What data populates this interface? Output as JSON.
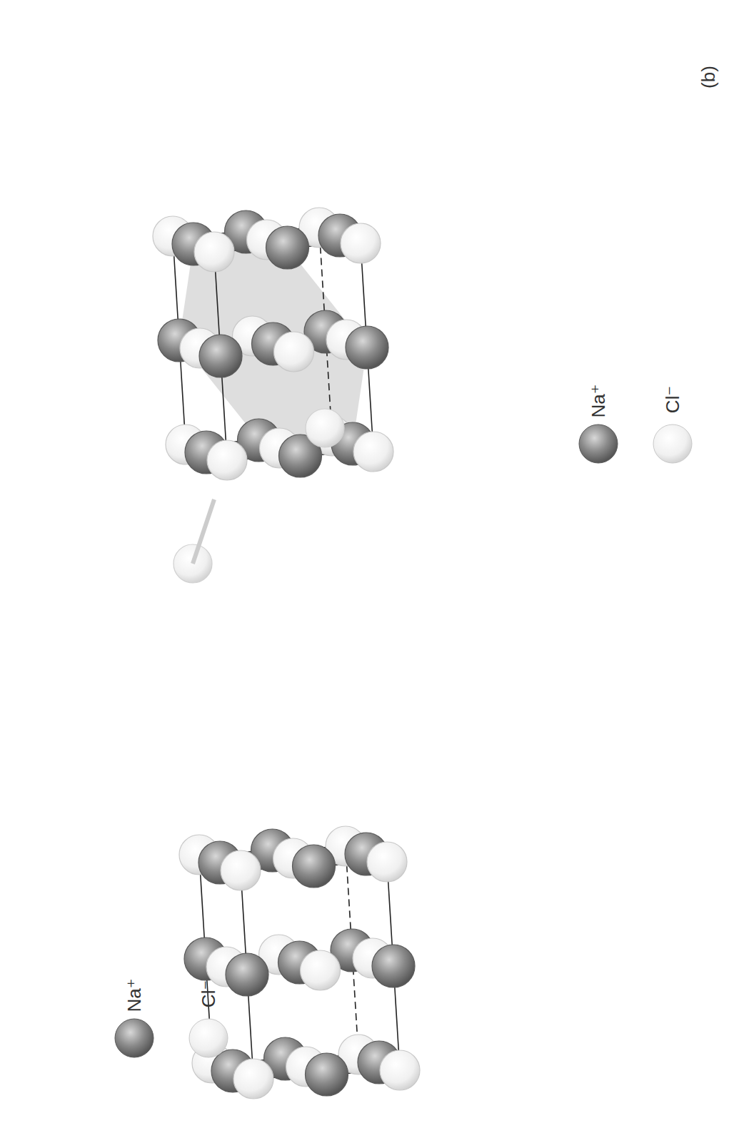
{
  "diagram": {
    "labels": [
      "(b)"
    ],
    "legend": [
      {
        "text": "Na⁺"
      },
      {
        "text": "Cl⁻"
      },
      {
        "text": "Na⁺"
      },
      {
        "text": "Cl⁻"
      }
    ]
  }
}
